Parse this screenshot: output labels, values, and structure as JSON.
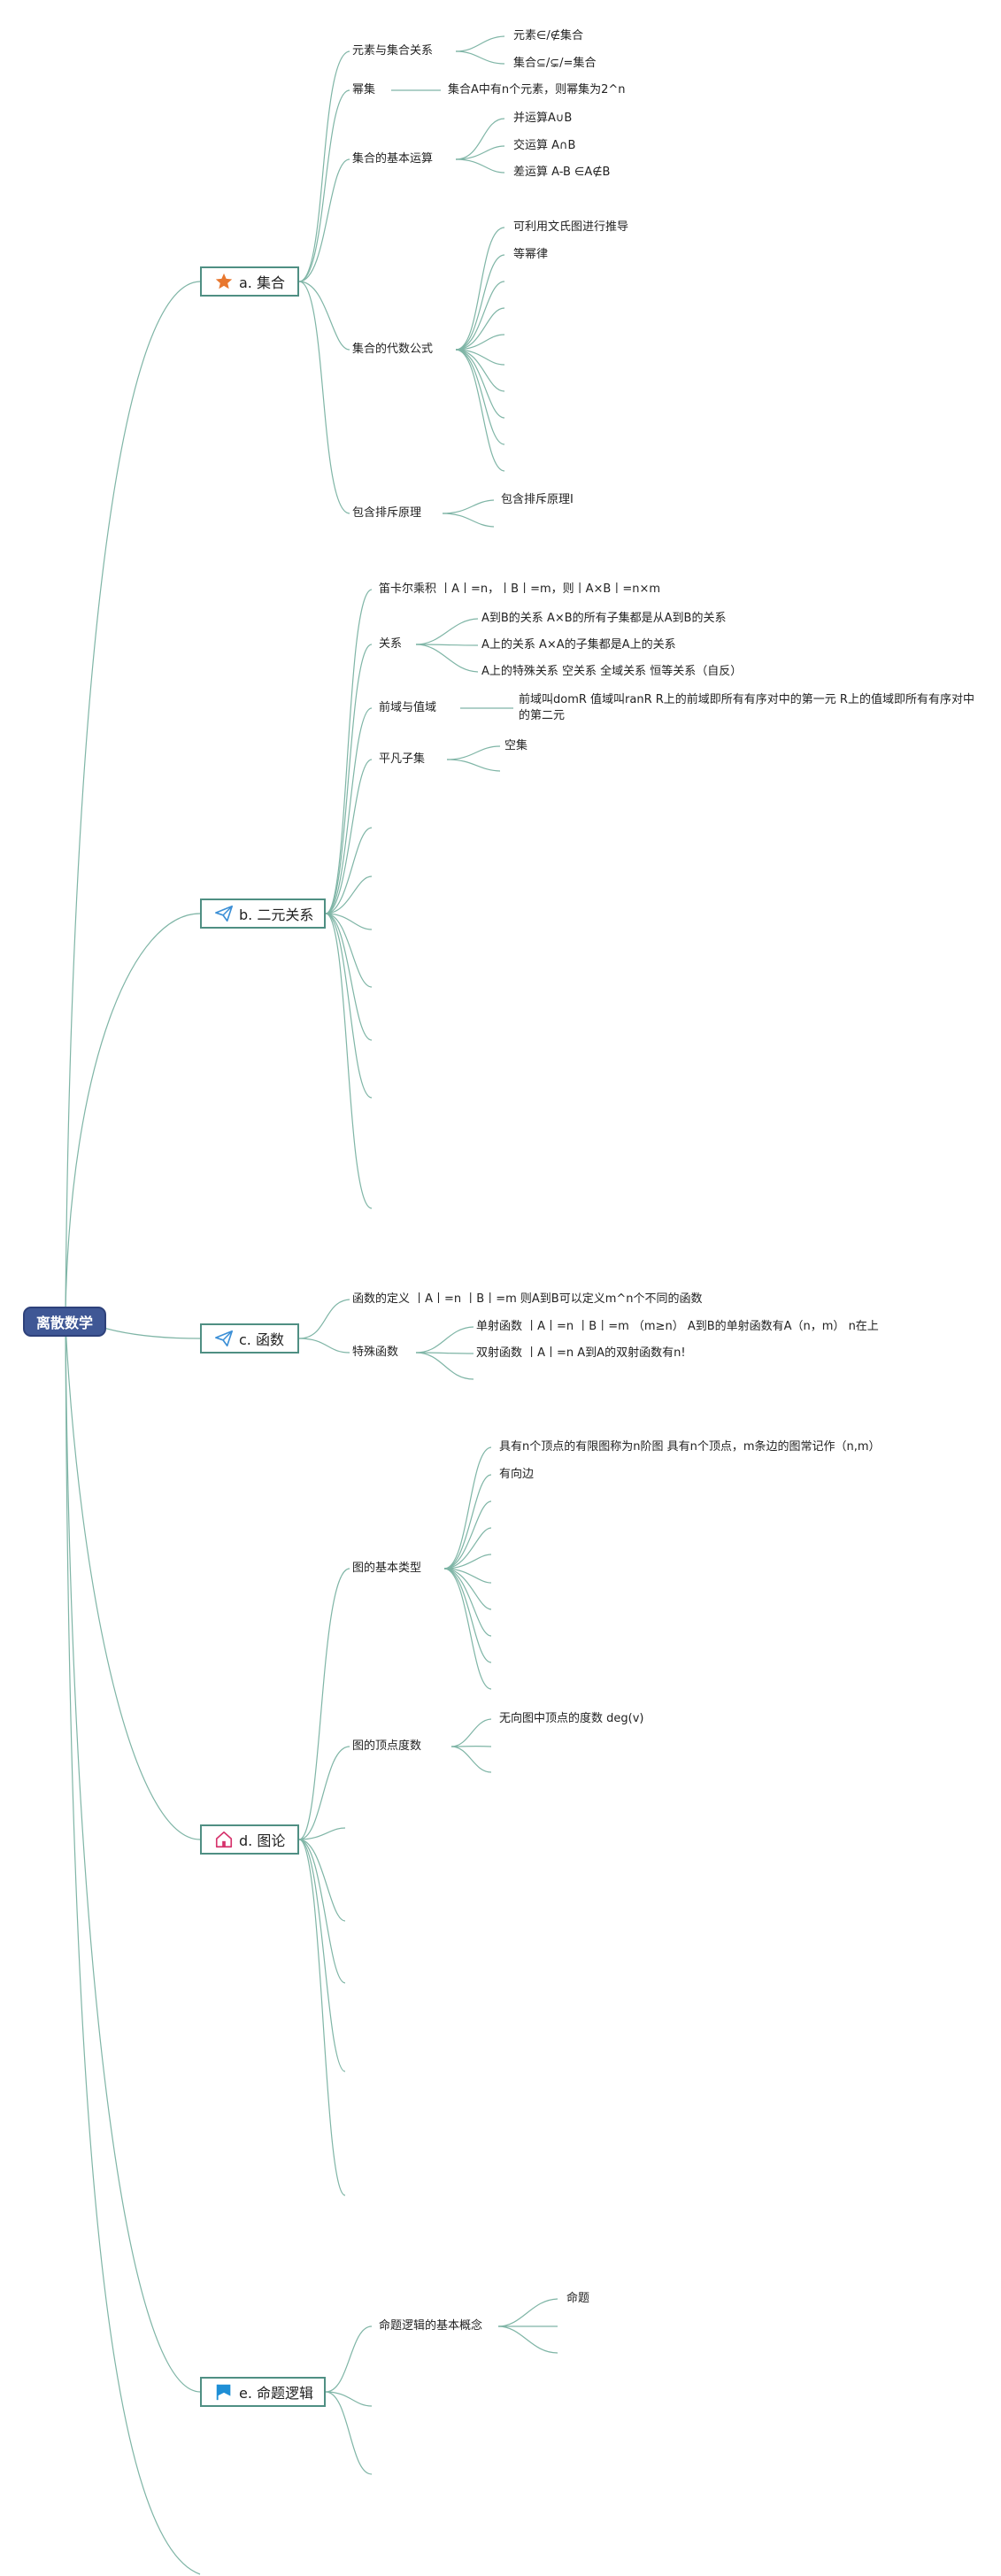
{
  "root": {
    "label": "离散数学"
  },
  "colors": {
    "line": "#7fb5a6",
    "topic_border": "#4f8f83",
    "root_bg": "#3f5795"
  },
  "topics": {
    "a": {
      "label": "a. 集合",
      "icon": "star-icon"
    },
    "b": {
      "label": "b. 二元关系",
      "icon": "paper-plane-icon"
    },
    "c": {
      "label": "c. 函数",
      "icon": "paper-plane-icon"
    },
    "d": {
      "label": "d. 图论",
      "icon": "home-icon"
    },
    "e": {
      "label": "e. 命题逻辑",
      "icon": "flag-icon"
    }
  },
  "nodes": {
    "a": {
      "s1": "元素与集合关系",
      "s1_1": "元素∈/∉集合",
      "s1_2": "集合⊆/⊊/=集合",
      "s2": "幂集",
      "s2_1": "集合A中有n个元素，则幂集为2^n",
      "s3": "集合的基本运算",
      "s3_1": "并运算A∪B",
      "s3_2": "交运算 A∩B",
      "s3_3": "差运算 A-B ∈A∉B",
      "s4": "集合的代数公式",
      "s4_1": "可利用文氏图进行推导",
      "s4_2": "等幂律",
      "s5": "包含排斥原理",
      "s5_1": "包含排斥原理I"
    },
    "b": {
      "s1": "笛卡尔乘积 丨A丨=n，丨B丨=m，则丨A×B丨=n×m",
      "s2": "关系",
      "s2_1": "A到B的关系 A×B的所有子集都是从A到B的关系",
      "s2_2": "A上的关系 A×A的子集都是A上的关系",
      "s2_3": "A上的特殊关系 空关系 全域关系 恒等关系（自反）",
      "s3": "前域与值域",
      "s3_1": "前域叫domR 值域叫ranR R上的前域即所有有序对中的第一元 R上的值域即所有有序对中的第二元",
      "s4": "平凡子集",
      "s4_1": "空集"
    },
    "c": {
      "s1": "函数的定义 丨A丨=n 丨B丨=m 则A到B可以定义m^n个不同的函数",
      "s2": "特殊函数",
      "s2_1": "单射函数 丨A丨=n 丨B丨=m （m≥n） A到B的单射函数有A（n，m） n在上",
      "s2_2": "双射函数 丨A丨=n A到A的双射函数有n!"
    },
    "d": {
      "s1": "图的基本类型",
      "s1_1": "具有n个顶点的有限图称为n阶图 具有n个顶点，m条边的图常记作（n,m）",
      "s1_2": "有向边",
      "s2": "图的顶点度数",
      "s2_1": "无向图中顶点的度数 deg(v)"
    },
    "e": {
      "s1": "命题逻辑的基本概念",
      "s1_1": "命题"
    }
  }
}
